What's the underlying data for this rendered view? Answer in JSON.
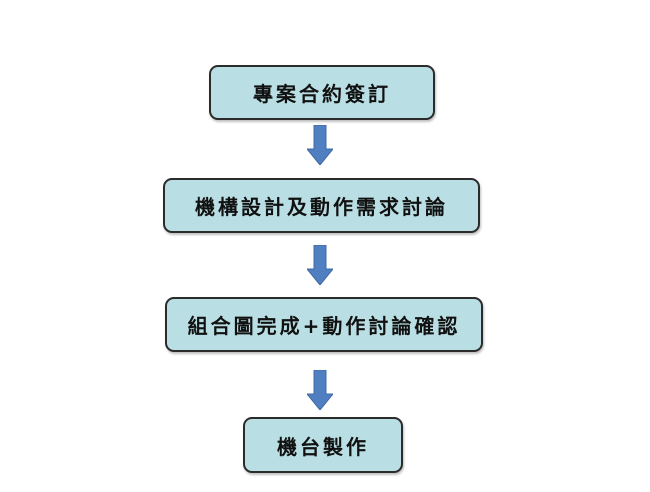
{
  "steps": [
    {
      "label": "專案合約簽訂"
    },
    {
      "label": "機構設計及動作需求討論"
    },
    {
      "label": "組合圖完成+動作討論確認"
    },
    {
      "label": "機台製作"
    }
  ],
  "colors": {
    "box_fill": "#b9dee3",
    "box_border": "#2b2b2b",
    "arrow": "#4f7fc0"
  }
}
